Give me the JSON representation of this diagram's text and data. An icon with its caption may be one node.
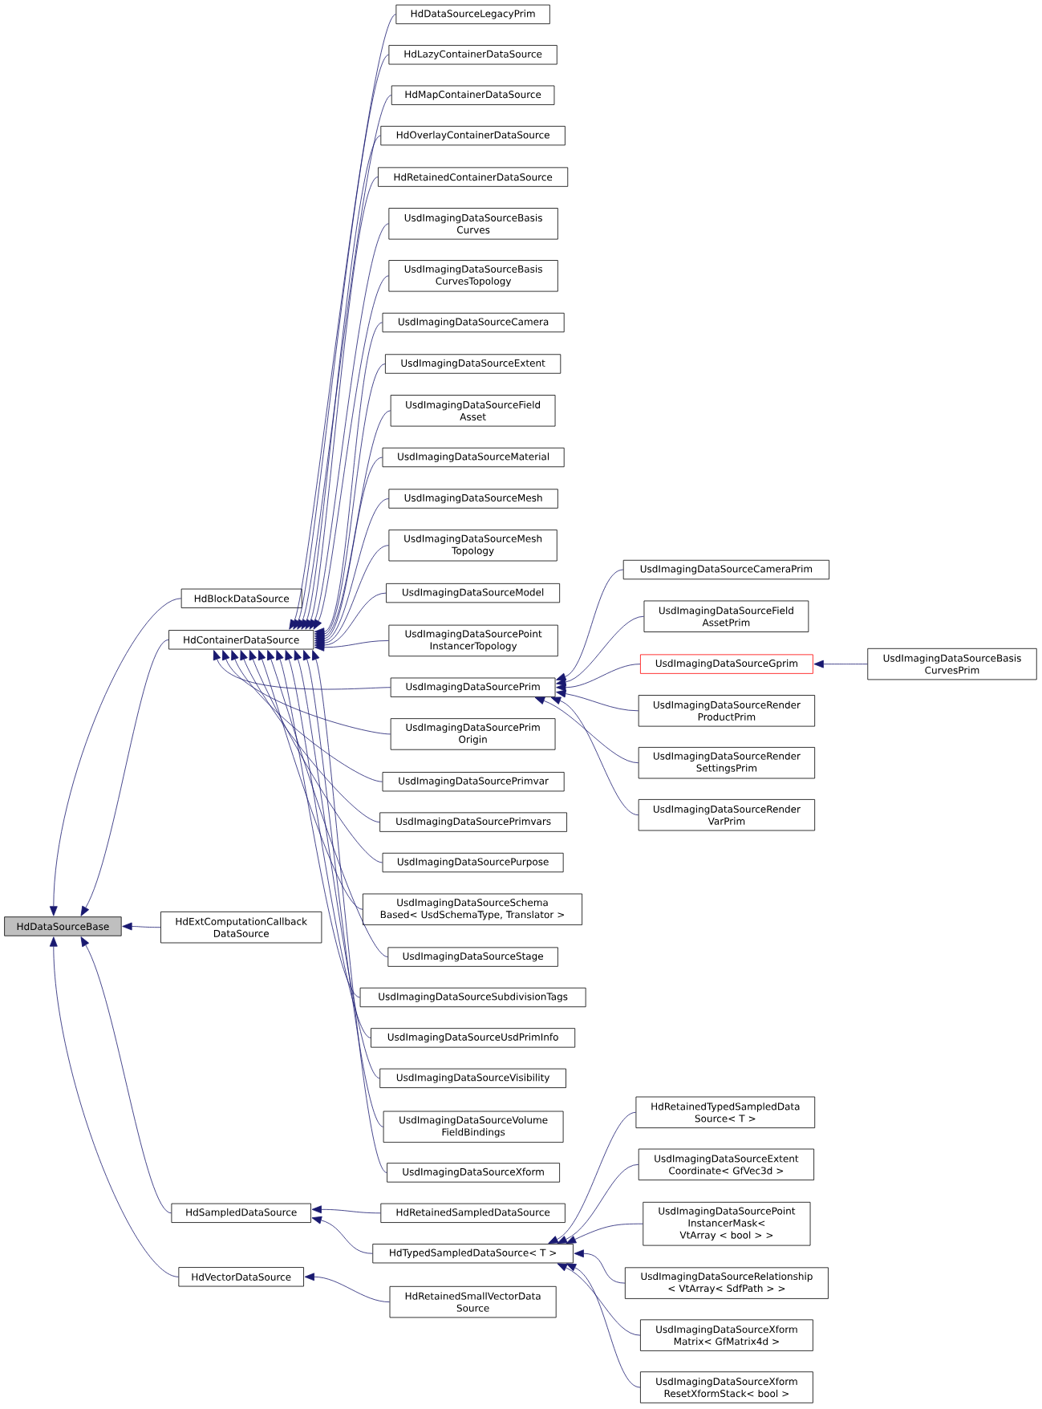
{
  "diagram": {
    "nodes": [
      {
        "text": [
          "HdDataSourceBase"
        ]
      },
      {
        "text": [
          "HdBlockDataSource"
        ]
      },
      {
        "text": [
          "HdContainerDataSource"
        ]
      },
      {
        "text": [
          "HdExtComputationCallback DataSource"
        ]
      },
      {
        "text": [
          "HdSampledDataSource"
        ]
      },
      {
        "text": [
          "HdVectorDataSource"
        ]
      },
      {
        "text": [
          "HdDataSourceLegacyPrim"
        ]
      },
      {
        "text": [
          "HdLazyContainerDataSource"
        ]
      },
      {
        "text": [
          "HdMapContainerDataSource"
        ]
      },
      {
        "text": [
          "HdOverlayContainerDataSource"
        ]
      },
      {
        "text": [
          "HdRetainedContainerDataSource"
        ]
      },
      {
        "text": [
          "UsdImagingDataSourceBasis Curves"
        ]
      },
      {
        "text": [
          "UsdImagingDataSourceBasis CurvesTopology"
        ]
      },
      {
        "text": [
          "UsdImagingDataSourceCamera"
        ]
      },
      {
        "text": [
          "UsdImagingDataSourceExtent"
        ]
      },
      {
        "text": [
          "UsdImagingDataSourceField Asset"
        ]
      },
      {
        "text": [
          "UsdImagingDataSourceMaterial"
        ]
      },
      {
        "text": [
          "UsdImagingDataSourceMesh"
        ]
      },
      {
        "text": [
          "UsdImagingDataSourceMesh Topology"
        ]
      },
      {
        "text": [
          "UsdImagingDataSourceModel"
        ]
      },
      {
        "text": [
          "UsdImagingDataSourcePoint InstancerTopology"
        ]
      },
      {
        "text": [
          "UsdImagingDataSourcePrim"
        ]
      },
      {
        "text": [
          "UsdImagingDataSourcePrim Origin"
        ]
      },
      {
        "text": [
          "UsdImagingDataSourcePrimvar"
        ]
      },
      {
        "text": [
          "UsdImagingDataSourcePrimvars"
        ]
      },
      {
        "text": [
          "UsdImagingDataSourcePurpose"
        ]
      },
      {
        "text": [
          "UsdImagingDataSourceSchema Based< UsdSchemaType, Translator >"
        ]
      },
      {
        "text": [
          "UsdImagingDataSourceStage"
        ]
      },
      {
        "text": [
          "UsdImagingDataSourceSubdivisionTags"
        ]
      },
      {
        "text": [
          "UsdImagingDataSourceUsdPrimInfo"
        ]
      },
      {
        "text": [
          "UsdImagingDataSourceVisibility"
        ]
      },
      {
        "text": [
          "UsdImagingDataSourceVolume FieldBindings"
        ]
      },
      {
        "text": [
          "UsdImagingDataSourceXform"
        ]
      },
      {
        "text": [
          "HdRetainedSampledDataSource"
        ]
      },
      {
        "text": [
          "HdTypedSampledDataSource< T >"
        ]
      },
      {
        "text": [
          "HdRetainedSmallVectorData Source"
        ]
      },
      {
        "text": [
          "UsdImagingDataSourceCameraPrim"
        ]
      },
      {
        "text": [
          "UsdImagingDataSourceField AssetPrim"
        ]
      },
      {
        "text": [
          "UsdImagingDataSourceGprim"
        ]
      },
      {
        "text": [
          "UsdImagingDataSourceRender ProductPrim"
        ]
      },
      {
        "text": [
          "UsdImagingDataSourceRender SettingsPrim"
        ]
      },
      {
        "text": [
          "UsdImagingDataSourceRender VarPrim"
        ]
      },
      {
        "text": [
          "UsdImagingDataSourceBasis CurvesPrim"
        ]
      },
      {
        "text": [
          "HdRetainedTypedSampledData Source< T >"
        ]
      },
      {
        "text": [
          "UsdImagingDataSourceExtent Coordinate< GfVec3d >"
        ]
      },
      {
        "text": [
          "UsdImagingDataSourcePoint InstancerMask< VtArray < bool > >"
        ]
      },
      {
        "text": [
          "UsdImagingDataSourceRelationship < VtArray< SdfPath > >"
        ]
      },
      {
        "text": [
          "UsdImagingDataSourceXform Matrix< GfMatrix4d >"
        ]
      },
      {
        "text": [
          "UsdImagingDataSourceXform ResetXformStack< bool >"
        ]
      }
    ],
    "edges": [
      {
        "from": 1,
        "to": 0,
        "arrow": "to"
      },
      {
        "from": 2,
        "to": 0,
        "arrow": "to"
      },
      {
        "from": 3,
        "to": 0,
        "arrow": "to"
      },
      {
        "from": 4,
        "to": 0,
        "arrow": "to"
      },
      {
        "from": 5,
        "to": 0,
        "arrow": "to"
      },
      {
        "from": 6,
        "to": 2,
        "arrow": "to"
      },
      {
        "from": 7,
        "to": 2,
        "arrow": "to"
      },
      {
        "from": 8,
        "to": 2,
        "arrow": "to"
      },
      {
        "from": 9,
        "to": 2,
        "arrow": "to"
      },
      {
        "from": 10,
        "to": 2,
        "arrow": "to"
      },
      {
        "from": 11,
        "to": 2,
        "arrow": "to"
      },
      {
        "from": 12,
        "to": 2,
        "arrow": "to"
      },
      {
        "from": 13,
        "to": 2,
        "arrow": "to"
      },
      {
        "from": 14,
        "to": 2,
        "arrow": "to"
      },
      {
        "from": 15,
        "to": 2,
        "arrow": "to"
      },
      {
        "from": 16,
        "to": 2,
        "arrow": "to"
      },
      {
        "from": 17,
        "to": 2,
        "arrow": "to"
      },
      {
        "from": 18,
        "to": 2,
        "arrow": "to"
      },
      {
        "from": 19,
        "to": 2,
        "arrow": "to"
      },
      {
        "from": 20,
        "to": 2,
        "arrow": "to"
      },
      {
        "from": 21,
        "to": 2,
        "arrow": "to"
      },
      {
        "from": 22,
        "to": 2,
        "arrow": "to"
      },
      {
        "from": 23,
        "to": 2,
        "arrow": "to"
      },
      {
        "from": 24,
        "to": 2,
        "arrow": "to"
      },
      {
        "from": 25,
        "to": 2,
        "arrow": "to"
      },
      {
        "from": 26,
        "to": 2,
        "arrow": "to"
      },
      {
        "from": 27,
        "to": 2,
        "arrow": "to"
      },
      {
        "from": 28,
        "to": 2,
        "arrow": "to"
      },
      {
        "from": 29,
        "to": 2,
        "arrow": "to"
      },
      {
        "from": 30,
        "to": 2,
        "arrow": "to"
      },
      {
        "from": 31,
        "to": 2,
        "arrow": "to"
      },
      {
        "from": 32,
        "to": 2,
        "arrow": "to"
      },
      {
        "from": 33,
        "to": 4,
        "arrow": "to"
      },
      {
        "from": 34,
        "to": 4,
        "arrow": "to"
      },
      {
        "from": 35,
        "to": 5,
        "arrow": "to"
      },
      {
        "from": 36,
        "to": 21,
        "arrow": "to"
      },
      {
        "from": 37,
        "to": 21,
        "arrow": "to"
      },
      {
        "from": 38,
        "to": 21,
        "arrow": "to"
      },
      {
        "from": 39,
        "to": 21,
        "arrow": "to"
      },
      {
        "from": 40,
        "to": 21,
        "arrow": "to"
      },
      {
        "from": 41,
        "to": 21,
        "arrow": "to"
      },
      {
        "from": 42,
        "to": 38,
        "arrow": "to"
      },
      {
        "from": 43,
        "to": 34,
        "arrow": "to"
      },
      {
        "from": 44,
        "to": 34,
        "arrow": "to"
      },
      {
        "from": 45,
        "to": 34,
        "arrow": "to"
      },
      {
        "from": 46,
        "to": 34,
        "arrow": "to"
      },
      {
        "from": 47,
        "to": 34,
        "arrow": "to"
      },
      {
        "from": 48,
        "to": 34,
        "arrow": "to"
      }
    ]
  }
}
